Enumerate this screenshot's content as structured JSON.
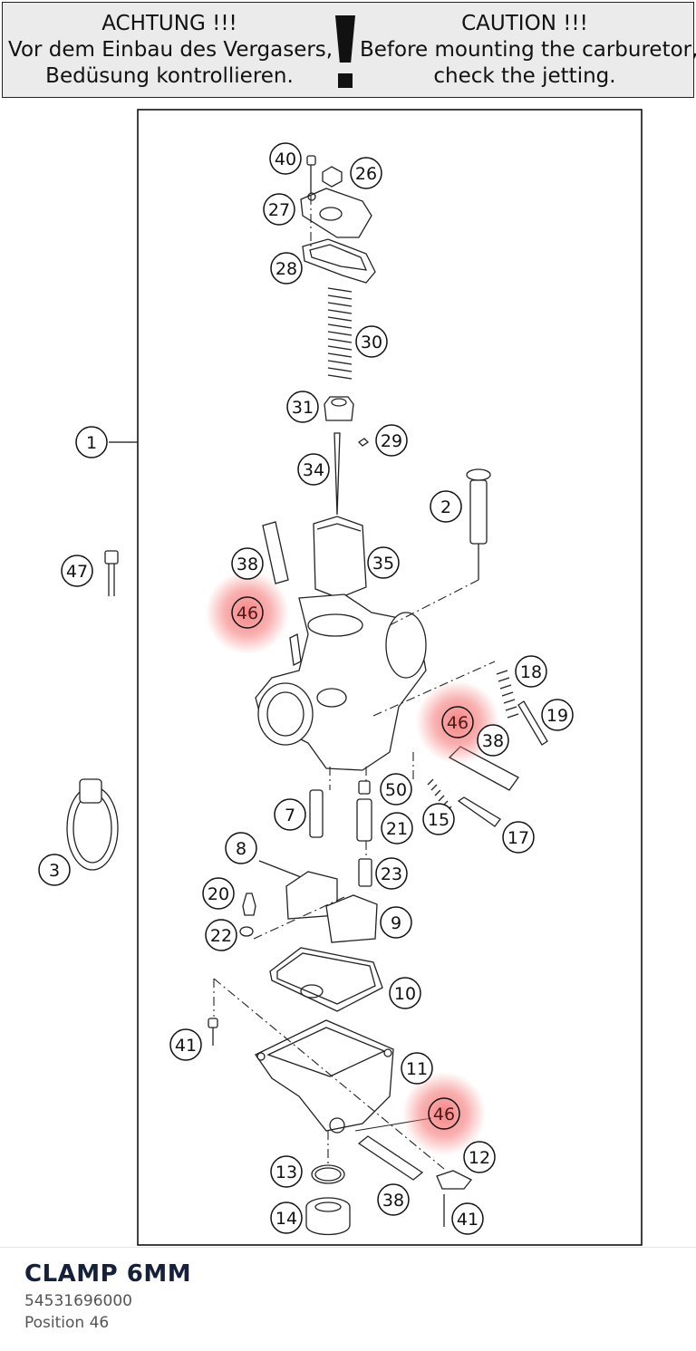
{
  "warning": {
    "german": {
      "title": "ACHTUNG !!!",
      "line1": "Vor dem Einbau des Vergasers,",
      "line2": "Bedüsung kontrollieren."
    },
    "english": {
      "title": "CAUTION !!!",
      "line1": "Before mounting the carburetor,",
      "line2": "check the jetting."
    }
  },
  "diagram": {
    "highlight_color": "#f47070",
    "callouts": [
      "40",
      "26",
      "27",
      "28",
      "30",
      "31",
      "29",
      "1",
      "34",
      "2",
      "47",
      "38",
      "35",
      "46",
      "18",
      "19",
      "46",
      "38",
      "7",
      "50",
      "21",
      "15",
      "17",
      "3",
      "8",
      "23",
      "20",
      "9",
      "22",
      "10",
      "41",
      "11",
      "46",
      "12",
      "13",
      "38",
      "14",
      "41"
    ]
  },
  "part": {
    "name": "CLAMP 6MM",
    "number": "54531696000",
    "position": "Position 46"
  }
}
